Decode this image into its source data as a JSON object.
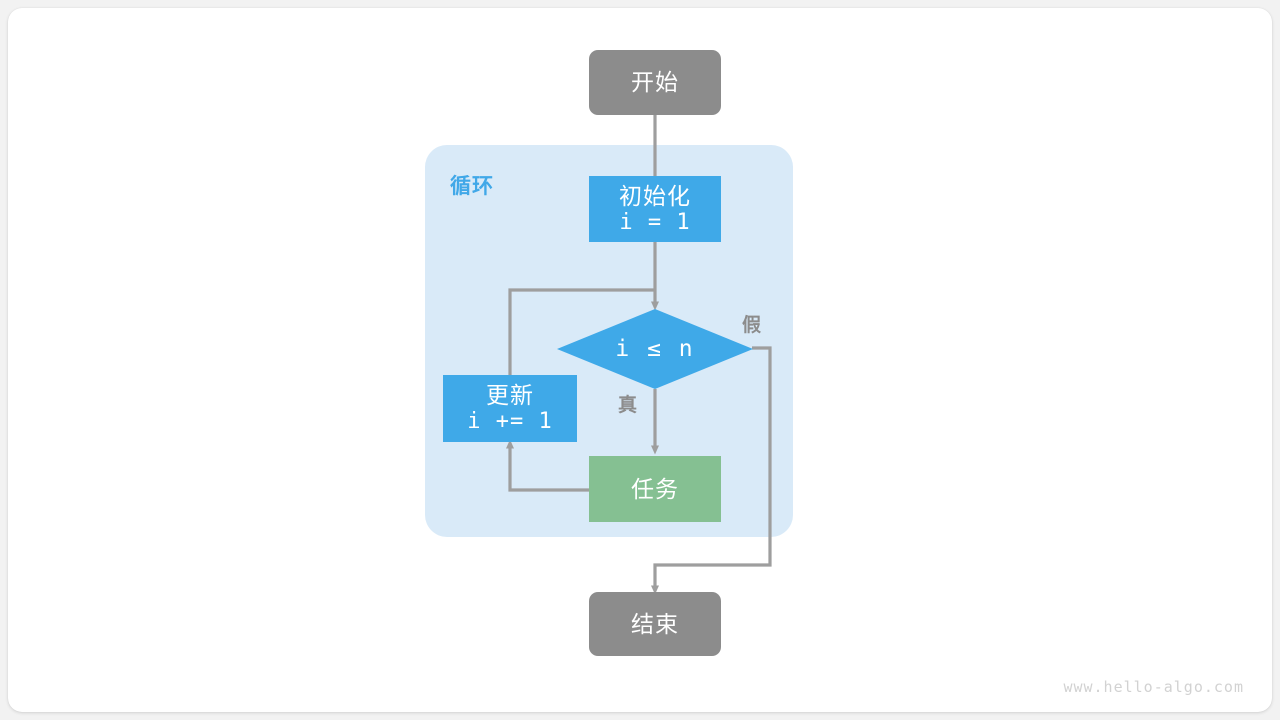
{
  "diagram": {
    "title": "for-loop-flowchart",
    "watermark": "www.hello-algo.com",
    "colors": {
      "terminal": "#8c8c8c",
      "process_blue": "#3fa9e8",
      "process_green": "#85c092",
      "loop_background": "#d9eaf8",
      "loop_label": "#41a8e8",
      "edge": "#9e9e9e",
      "canvas": "#ffffff"
    },
    "loop_group": {
      "label": "循环"
    },
    "nodes": {
      "start": {
        "label": "开始"
      },
      "init": {
        "label": "初始化",
        "code": "i = 1"
      },
      "condition": {
        "label": "i ≤ n"
      },
      "update": {
        "label": "更新",
        "code": "i += 1"
      },
      "task": {
        "label": "任务"
      },
      "end": {
        "label": "结束"
      }
    },
    "edge_labels": {
      "true_branch": "真",
      "false_branch": "假"
    }
  }
}
